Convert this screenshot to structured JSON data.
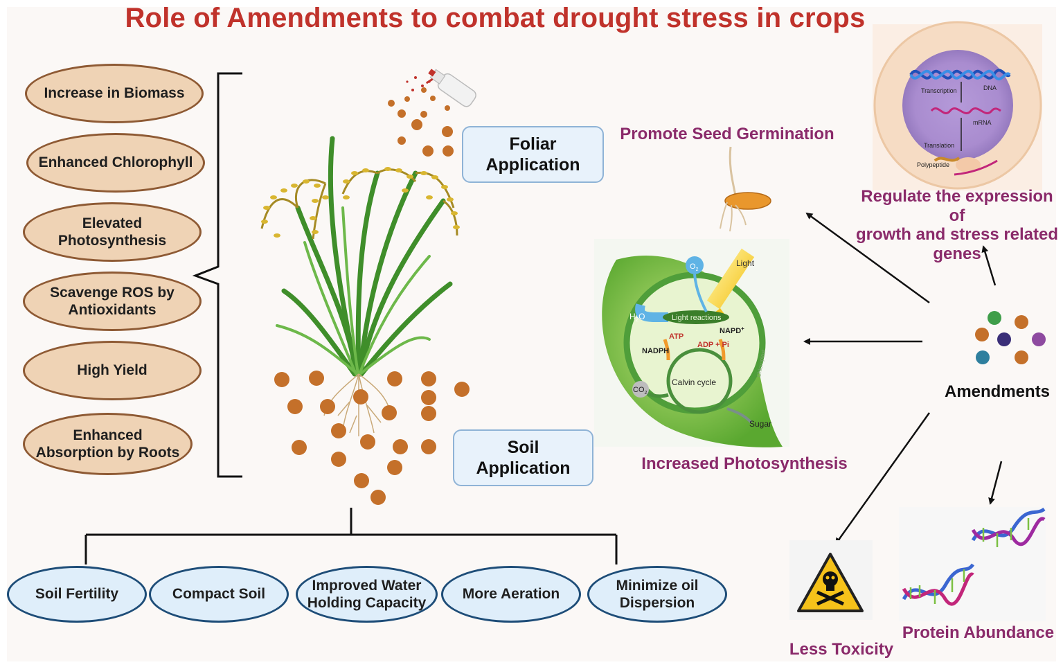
{
  "title": "Role of Amendments to combat drought stress in crops",
  "benefits": [
    "Increase in Biomass",
    "Enhanced Chlorophyll",
    "Elevated\nPhotosynthesis",
    "Scavenge ROS by\nAntioxidants",
    "High Yield",
    "Enhanced\nAbsorption by Roots"
  ],
  "application_methods": {
    "foliar": "Foliar\nApplication",
    "soil": "Soil\nApplication"
  },
  "soil_effects": [
    "Soil Fertility",
    "Compact Soil",
    "Improved Water\nHolding Capacity",
    "More Aeration",
    "Minimize oil\nDispersion"
  ],
  "amendments_label": "Amendments",
  "outcomes": {
    "seed_germination": "Promote Seed Germination",
    "gene_expression": "Regulate the expression of\ngrowth and stress related\ngenes",
    "photosynthesis": "Increased Photosynthesis",
    "toxicity": "Less Toxicity",
    "protein": "Protein Abundance"
  },
  "photosynthesis_figure": {
    "light": "Light",
    "o2": "O",
    "o2_sub": "2",
    "h2o": "H",
    "h2o_sub": "2",
    "h2o_end": "O",
    "light_reactions": "Light reactions",
    "napd": "NAPD",
    "napd_sup": "+",
    "atp": "ATP",
    "adp": "ADP + Pi",
    "nadph": "NADPH",
    "calvin": "Calvin cycle",
    "co2": "CO",
    "co2_sub": "2",
    "sugar": "Sugar",
    "chloroplast": "Chloroplast"
  },
  "cell_figure": {
    "transcription": "Transcription",
    "dna": "DNA",
    "mrna": "mRNA",
    "translation": "Translation",
    "polypeptide": "Polypeptide"
  },
  "colors": {
    "title": "#c0322b",
    "outcome_label": "#8a2a6a",
    "benefit_fill": "#efd3b5",
    "benefit_border": "#8e5a34",
    "soil_fill": "#dfeefa",
    "soil_border": "#1e4d78",
    "granule": "#c4702a"
  }
}
